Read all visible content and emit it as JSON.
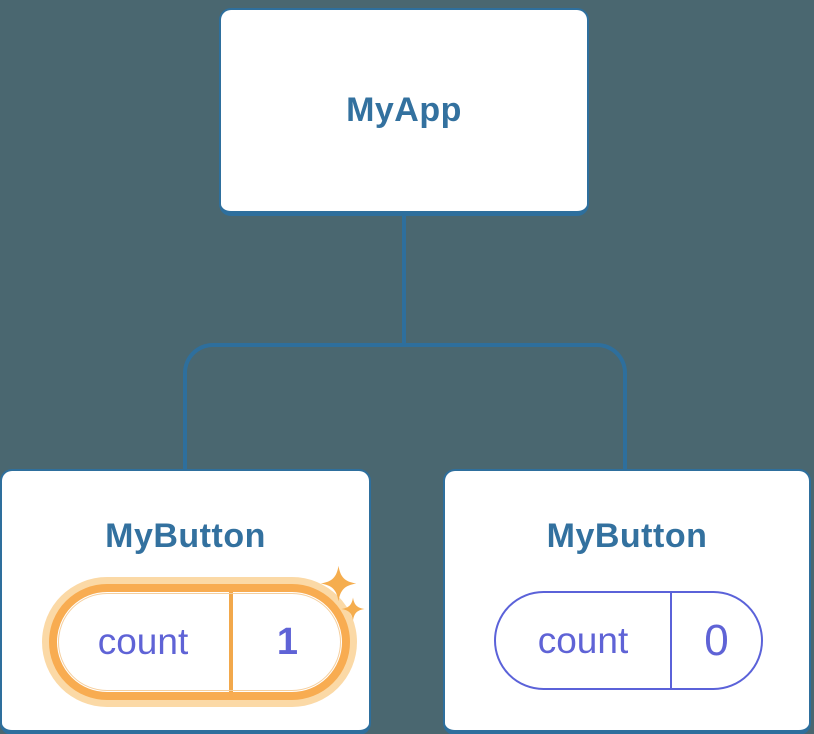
{
  "tree": {
    "root": {
      "label": "MyApp"
    },
    "children": [
      {
        "label": "MyButton",
        "state_key": "count",
        "state_value": "1",
        "highlighted": true
      },
      {
        "label": "MyButton",
        "state_key": "count",
        "state_value": "0",
        "highlighted": false
      }
    ]
  },
  "icons": {
    "sparkle_large": "sparkle-icon",
    "sparkle_small": "sparkle-icon"
  },
  "colors": {
    "background": "#4a6770",
    "card_background": "#ffffff",
    "card_border": "#2e6f9d",
    "node_label_text": "#33719f",
    "connector_line": "#2e6f9d",
    "state_text": "#5f63d6",
    "state_pill_border": "#5b62d9",
    "highlight_ring": "#f8ac51",
    "highlight_glow": "#fbd9a6",
    "highlight_divider": "#f2a84b",
    "sparkle": "#f5ad4e"
  }
}
